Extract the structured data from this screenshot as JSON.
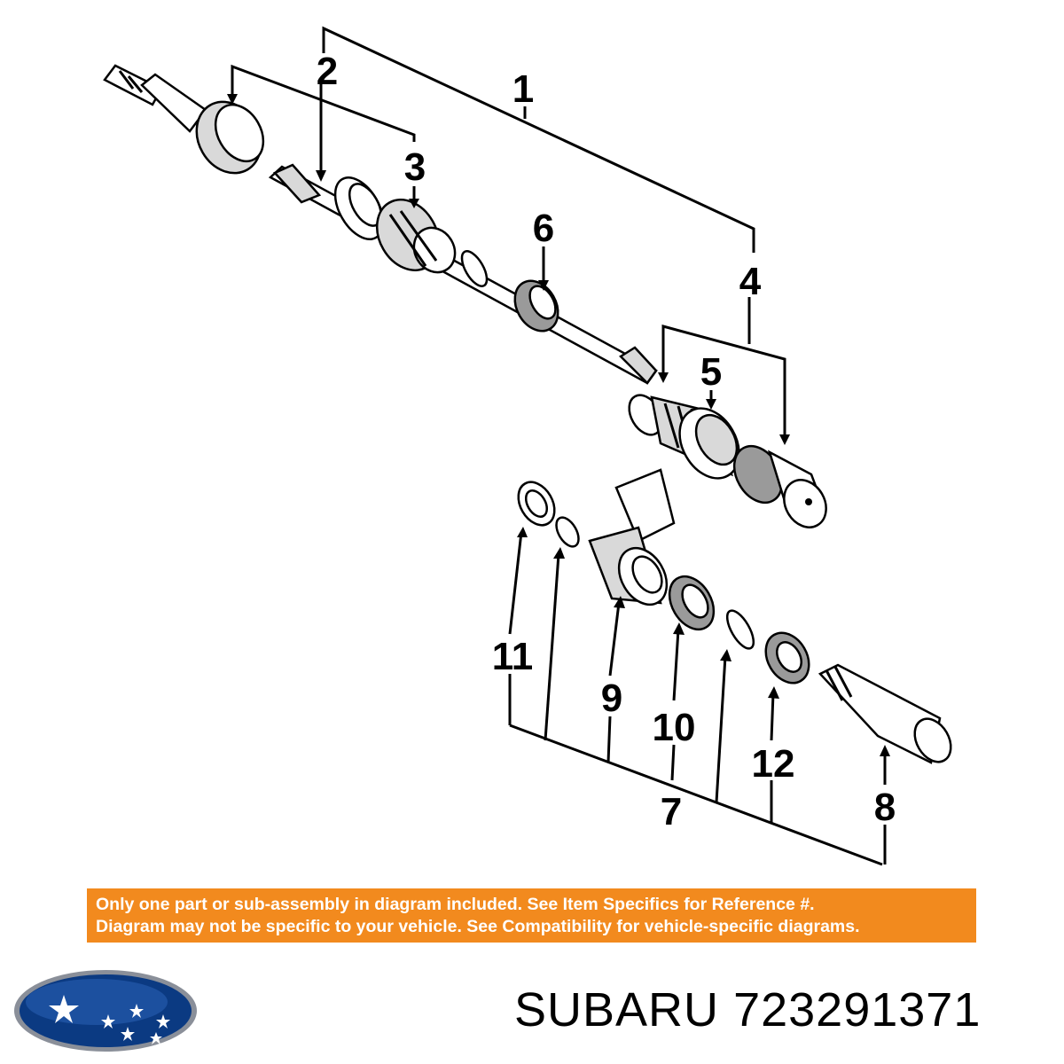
{
  "diagram": {
    "callouts": [
      "1",
      "2",
      "3",
      "4",
      "5",
      "6",
      "7",
      "8",
      "9",
      "10",
      "11",
      "12"
    ]
  },
  "notice": {
    "line1": "Only one part or sub-assembly in diagram included. See Item Specifics for Reference #.",
    "line2": "Diagram may not be specific to your vehicle. See Compatibility for vehicle-specific diagrams."
  },
  "brand": {
    "name": "SUBARU",
    "part_number": "723291371",
    "logo_icon": "subaru-star-logo"
  },
  "colors": {
    "notice_background": "#f28a1e",
    "notice_text": "#ffffff",
    "logo_blue": "#0b3a82"
  }
}
